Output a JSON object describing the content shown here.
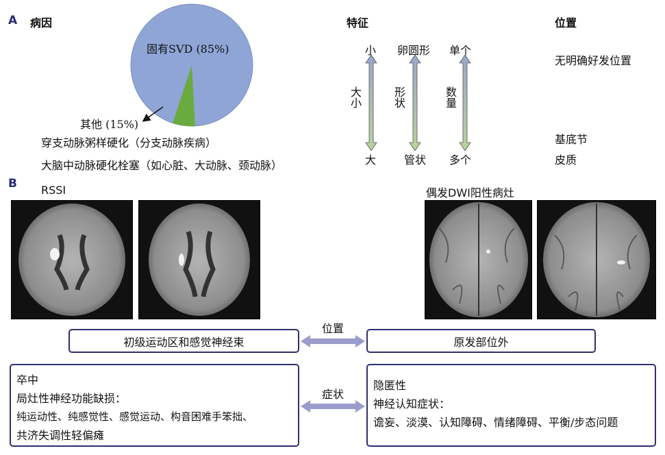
{
  "panel_a": {
    "letter": "A",
    "cause_header": "病因",
    "pie": {
      "main_label": "固有SVD (85%)",
      "other_label": "其他 (15%)",
      "main_color": "#8fa5d6",
      "other_color": "#6aab3f"
    },
    "cause_items": [
      "穿支动脉粥样硬化（分支动脉疾病）",
      "大脑中动脉硬化栓塞（如心脏、大动脉、颈动脉）"
    ],
    "features_header": "特征",
    "features": [
      {
        "top": "小",
        "axis": "大小",
        "bottom": "大"
      },
      {
        "top": "卵圆形",
        "axis": "形状",
        "bottom": "管状"
      },
      {
        "top": "单个",
        "axis": "数量",
        "bottom": "多个"
      }
    ],
    "location_header": "位置",
    "locations": [
      "无明确好发位置",
      "基底节",
      "皮质"
    ]
  },
  "panel_b": {
    "letter": "B",
    "left_title": "RSSI",
    "right_title": "偶发DWI阳性病灶",
    "location_label": "位置",
    "left_location": "初级运动区和感觉神经束",
    "right_location": "原发部位外",
    "symptom_label": "症状",
    "left_symptoms": [
      "卒中",
      "局灶性神经功能缺损：",
      "纯运动性、纯感觉性、感觉运动、构音困难手笨拙、",
      "共济失调性轻偏瘫"
    ],
    "right_symptoms": [
      "隐匿性",
      "神经认知症状：",
      "谵妄、淡漠、认知障碍、情绪障碍、平衡/步态问题"
    ]
  }
}
